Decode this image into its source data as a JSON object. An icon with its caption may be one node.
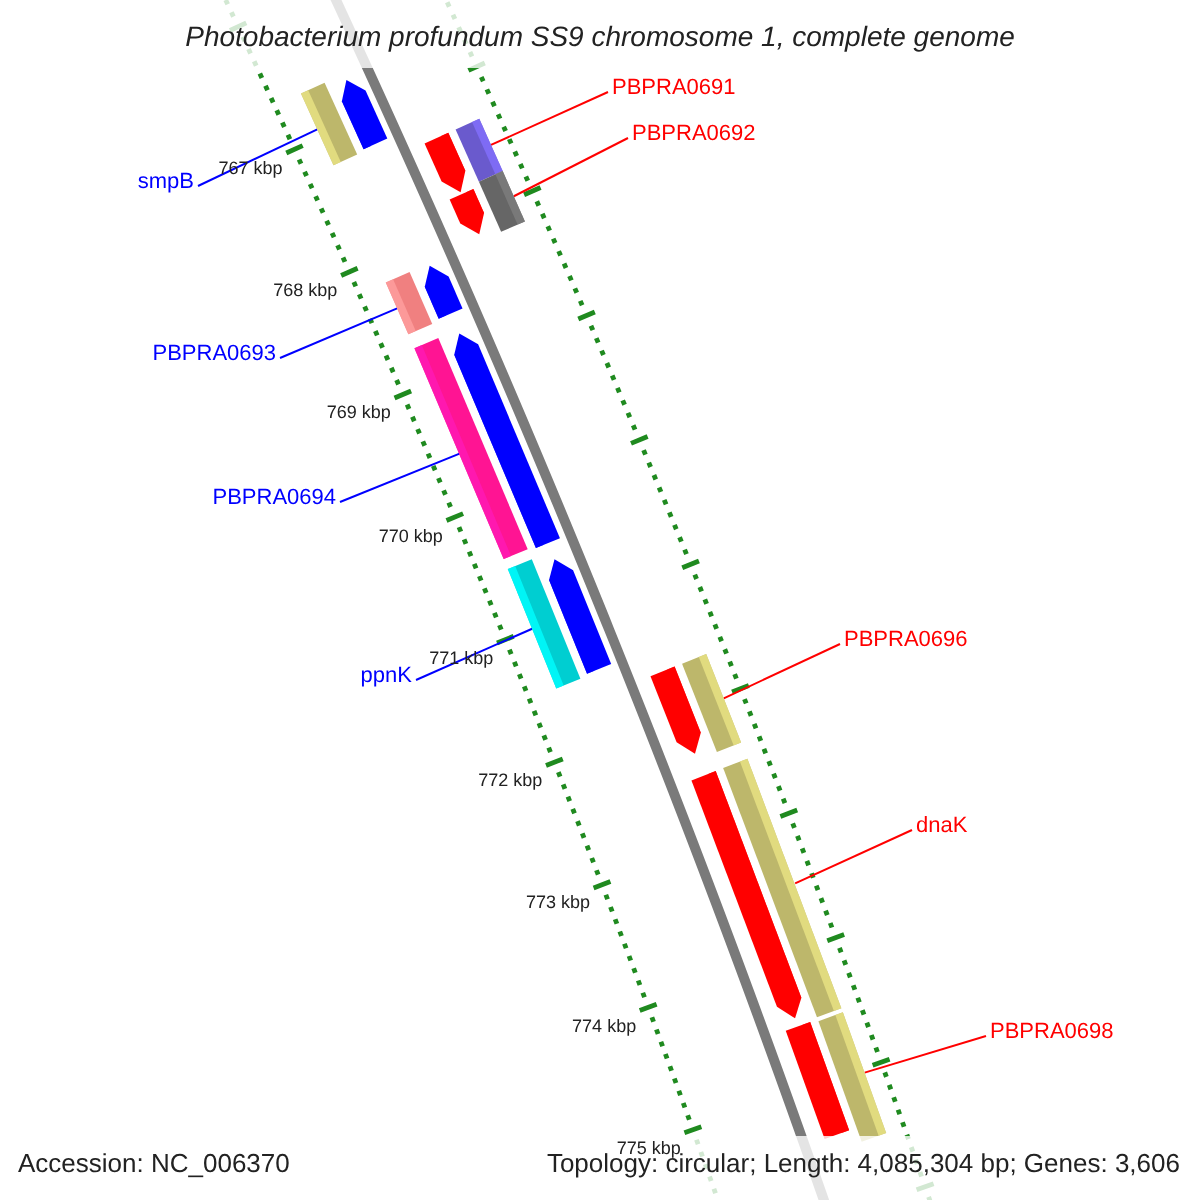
{
  "diagram": {
    "title": "Photobacterium profundum SS9 chromosome 1, complete genome",
    "nodes": [
      {
        "text": [],
        "shape": "arrow"
      },
      {
        "text": [],
        "shape": "bar"
      },
      {
        "text": [
          "smpB"
        ]
      },
      {
        "text": [
          "PBPRA0691"
        ]
      },
      {
        "text": [],
        "shape": "bar"
      },
      {
        "text": [
          "PBPRA0692"
        ]
      },
      {
        "text": [],
        "shape": "arrow"
      },
      {
        "text": [],
        "shape": "bar"
      },
      {
        "text": [],
        "shape": "arrow"
      },
      {
        "text": [],
        "shape": "bar"
      },
      {
        "text": [],
        "shape": "arrow"
      },
      {
        "text": [
          "PBPRA0693"
        ]
      },
      {
        "text": [],
        "shape": "bar"
      },
      {
        "text": [],
        "shape": "arrow"
      },
      {
        "text": [
          "PBPRA0694"
        ]
      },
      {
        "text": [],
        "shape": "bar"
      },
      {
        "text": [],
        "shape": "arrow"
      },
      {
        "text": [
          "ppnK"
        ]
      },
      {
        "text": [
          "PBPRA0696"
        ]
      },
      {
        "text": [],
        "shape": "arrow"
      },
      {
        "text": [],
        "shape": "bar"
      },
      {
        "text": [],
        "shape": "arrow"
      },
      {
        "text": [],
        "shape": "bar"
      },
      {
        "text": [
          "dnaK"
        ]
      },
      {
        "text": [],
        "shape": "bar"
      },
      {
        "text": [],
        "shape": "bar"
      },
      {
        "text": [
          "PBPRA0698"
        ]
      }
    ],
    "edges": [
      {
        "from": 2,
        "to": 1,
        "arrow": "none",
        "color": "#0000ff"
      },
      {
        "from": 3,
        "to": 4,
        "arrow": "none"
      },
      {
        "from": 5,
        "to": 7,
        "arrow": "none"
      },
      {
        "from": 11,
        "to": 9,
        "arrow": "none",
        "color": "#0000ff"
      },
      {
        "from": 14,
        "to": 12,
        "arrow": "none",
        "color": "#0000ff"
      },
      {
        "from": 17,
        "to": 15,
        "arrow": "none",
        "color": "#0000ff"
      },
      {
        "from": 18,
        "to": 20,
        "arrow": "none"
      },
      {
        "from": 23,
        "to": 22,
        "arrow": "none"
      },
      {
        "from": 26,
        "to": 25,
        "arrow": "none"
      }
    ],
    "labels": [
      "767 kbp",
      "768 kbp",
      "769 kbp",
      "770 kbp",
      "771 kbp",
      "772 kbp",
      "773 kbp",
      "774 kbp",
      "775 kbp",
      "Accession: NC_006370",
      "Topology: circular; Length: 4,085,304 bp; Genes: 3,606"
    ]
  }
}
